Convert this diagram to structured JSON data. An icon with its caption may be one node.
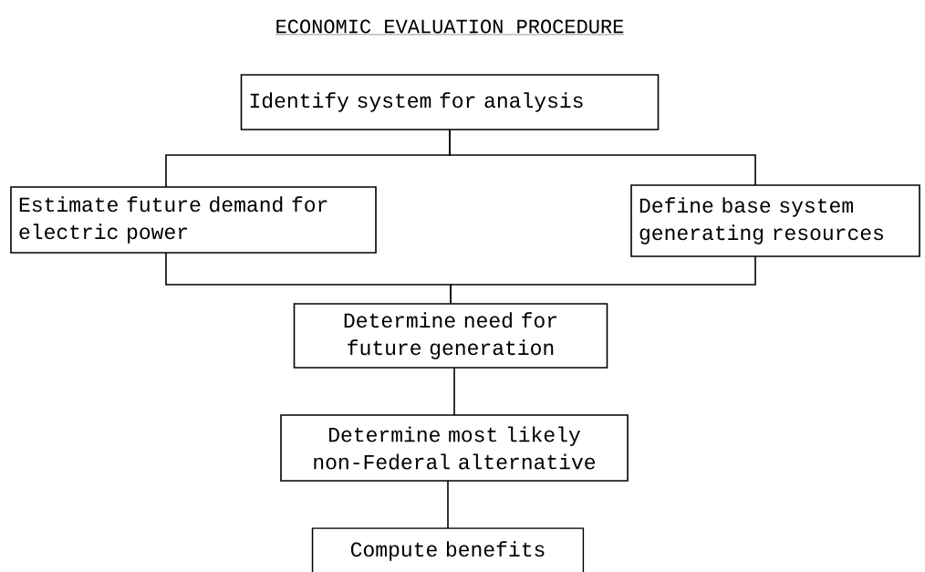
{
  "diagram": {
    "title": "ECONOMIC EVALUATION PROCEDURE",
    "nodes": [
      {
        "text": [
          "Identify system for analysis"
        ]
      },
      {
        "text": [
          "Estimate future demand for electric power"
        ]
      },
      {
        "text": [
          "Define base system generating resources"
        ]
      },
      {
        "text": [
          "Determine need for future generation"
        ]
      },
      {
        "text": [
          "Determine most likely non-Federal alternative"
        ]
      },
      {
        "text": [
          "Compute benefits"
        ]
      }
    ],
    "edges": [
      {
        "from": 0,
        "to": 1,
        "arrow": "none"
      },
      {
        "from": 0,
        "to": 2,
        "arrow": "none"
      },
      {
        "from": 1,
        "to": 3,
        "arrow": "none"
      },
      {
        "from": 2,
        "to": 3,
        "arrow": "none"
      },
      {
        "from": 3,
        "to": 4,
        "arrow": "none"
      },
      {
        "from": 4,
        "to": 5,
        "arrow": "none"
      }
    ]
  }
}
